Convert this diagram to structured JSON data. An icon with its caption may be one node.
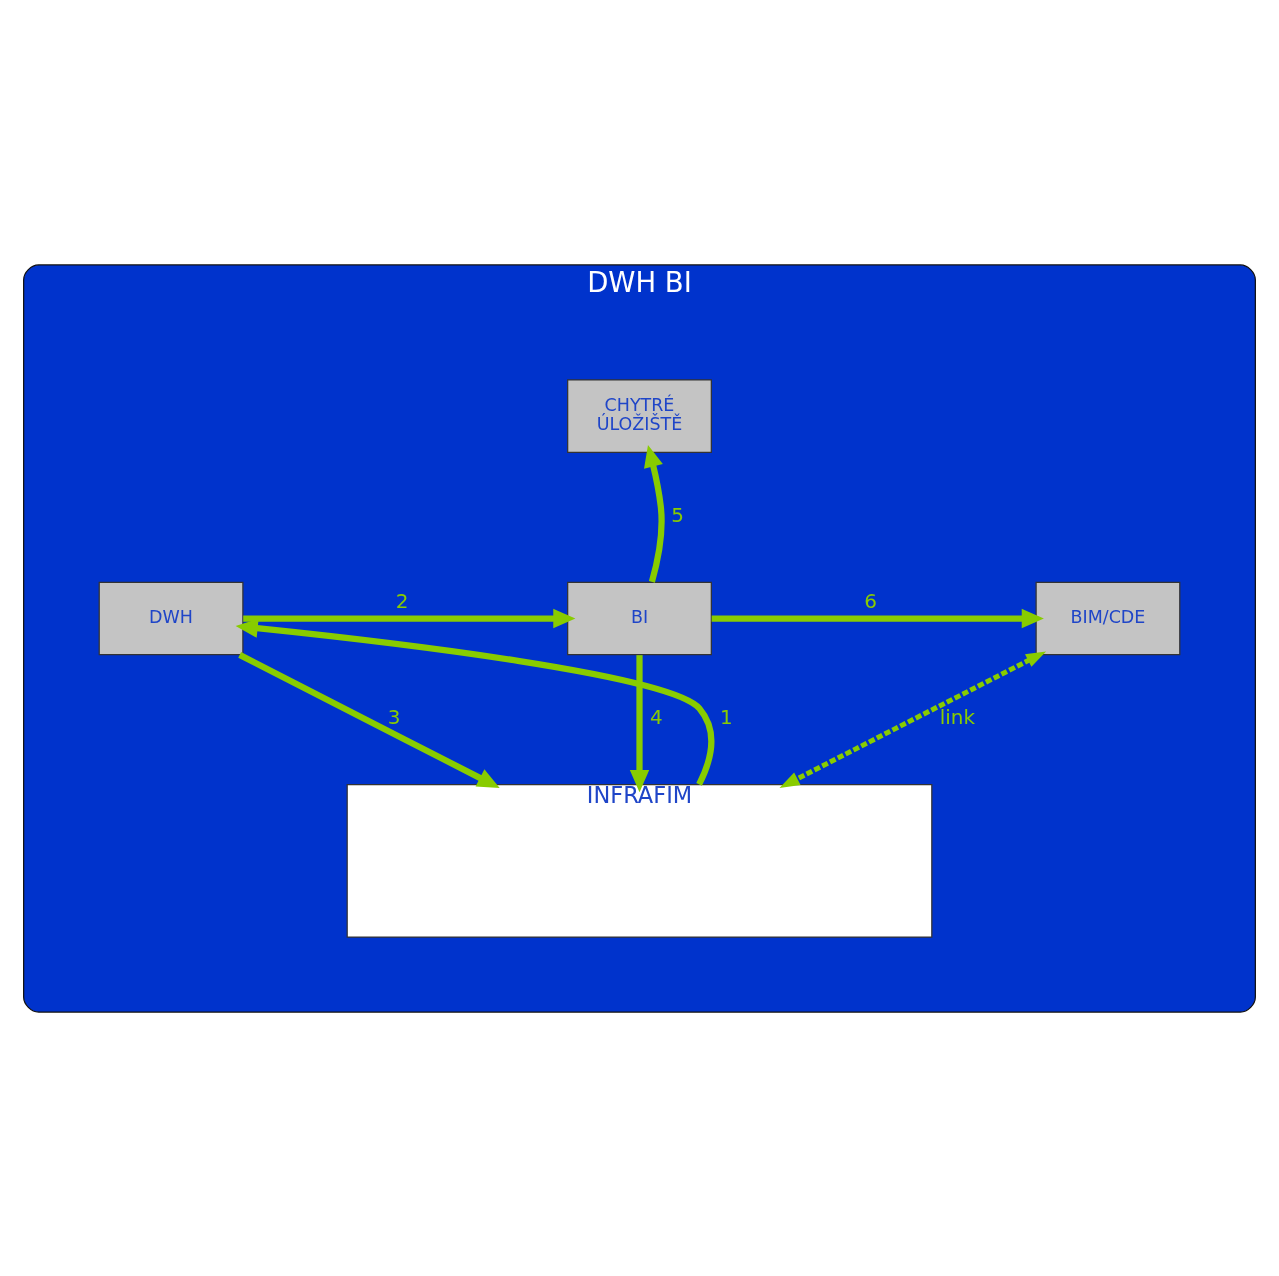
{
  "diagram": {
    "nodes": [
      {
        "text": [
          "DWH BI"
        ]
      },
      {
        "text": [
          "CHYTRÉ ÚLOŽIŠTĚ"
        ],
        "in": 0
      },
      {
        "text": [
          "DWH"
        ],
        "in": 0
      },
      {
        "text": [
          "BI"
        ],
        "in": 0
      },
      {
        "text": [
          "BIM/CDE"
        ],
        "in": 0
      },
      {
        "text": [
          "INFRAFIM"
        ],
        "in": 0
      }
    ],
    "edges": [
      {
        "from": 5,
        "to": 2,
        "arrow": "to",
        "label": "1"
      },
      {
        "from": 2,
        "to": 3,
        "arrow": "to",
        "label": "2"
      },
      {
        "from": 2,
        "to": 5,
        "arrow": "to",
        "label": "3"
      },
      {
        "from": 3,
        "to": 5,
        "arrow": "to",
        "label": "4"
      },
      {
        "from": 3,
        "to": 1,
        "arrow": "to",
        "label": "5"
      },
      {
        "from": 3,
        "to": 4,
        "arrow": "to",
        "label": "6"
      },
      {
        "from": 4,
        "to": 5,
        "arrow": "both",
        "label": "link",
        "style": "dashed"
      }
    ]
  }
}
